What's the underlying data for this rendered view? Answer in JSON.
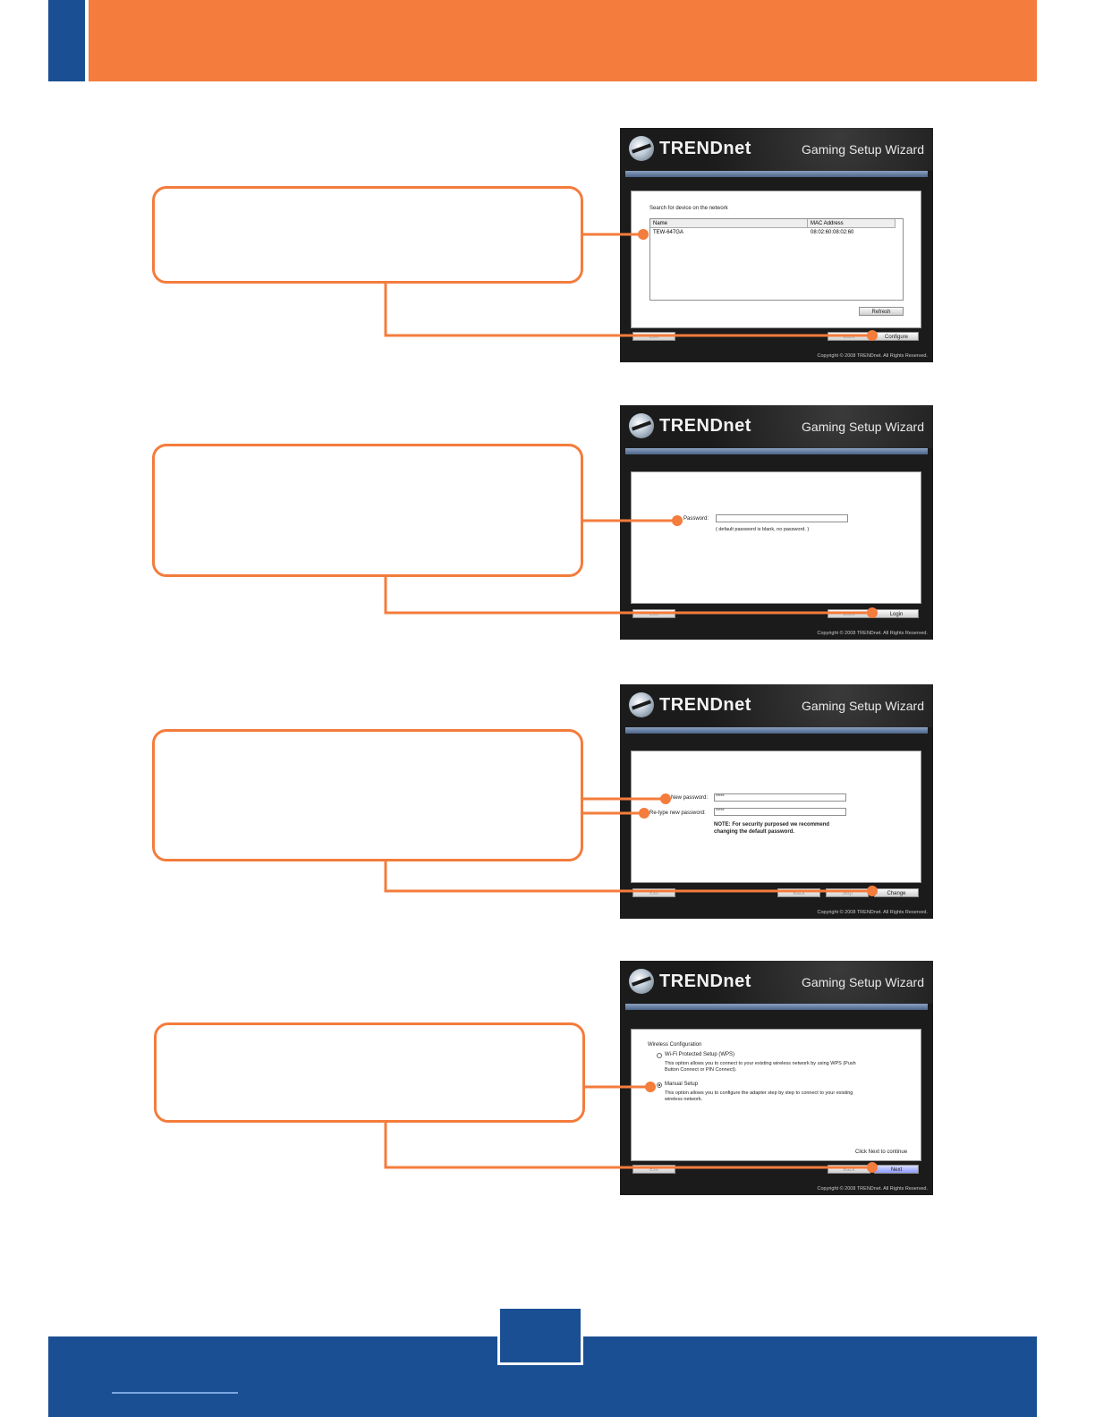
{
  "wizard": {
    "brand": "TRENDnet",
    "title": "Gaming Setup Wizard",
    "copyright": "Copyright © 2008 TRENDnet. All Rights Reserved.",
    "buttons": {
      "exit": "Exit",
      "back": "Back",
      "skip": "Skip"
    }
  },
  "screen1": {
    "heading": "Search for device on the network",
    "col_name": "Name",
    "col_mac": "MAC Address",
    "device_name": "TEW-647GA",
    "device_mac": "08:02:60:08:02:60",
    "refresh": "Refresh",
    "action": "Configure"
  },
  "screen2": {
    "password_label": "Password:",
    "note": "( default password is blank, no password. )",
    "action": "Login"
  },
  "screen3": {
    "new_label": "New password:",
    "new_value": "*****",
    "retype_label": "Re-type new password:",
    "retype_value": "*****",
    "note_line1": "NOTE: For security purposed we recommend",
    "note_line2": "changing the default password.",
    "action": "Change"
  },
  "screen4": {
    "heading": "Wireless Configuration",
    "wps_label": "Wi-Fi Protected Setup (WPS)",
    "wps_desc1": "This option allows you to connect to your existing wireless network by using WPS (Push",
    "wps_desc2": "Button Connect or PIN Connect).",
    "manual_label": "Manual Setup",
    "manual_desc1": "This option allows you to configure the adapter step by step to connect to your existing",
    "manual_desc2": "wireless network.",
    "hint": "Click Next to continue",
    "action": "Next"
  }
}
